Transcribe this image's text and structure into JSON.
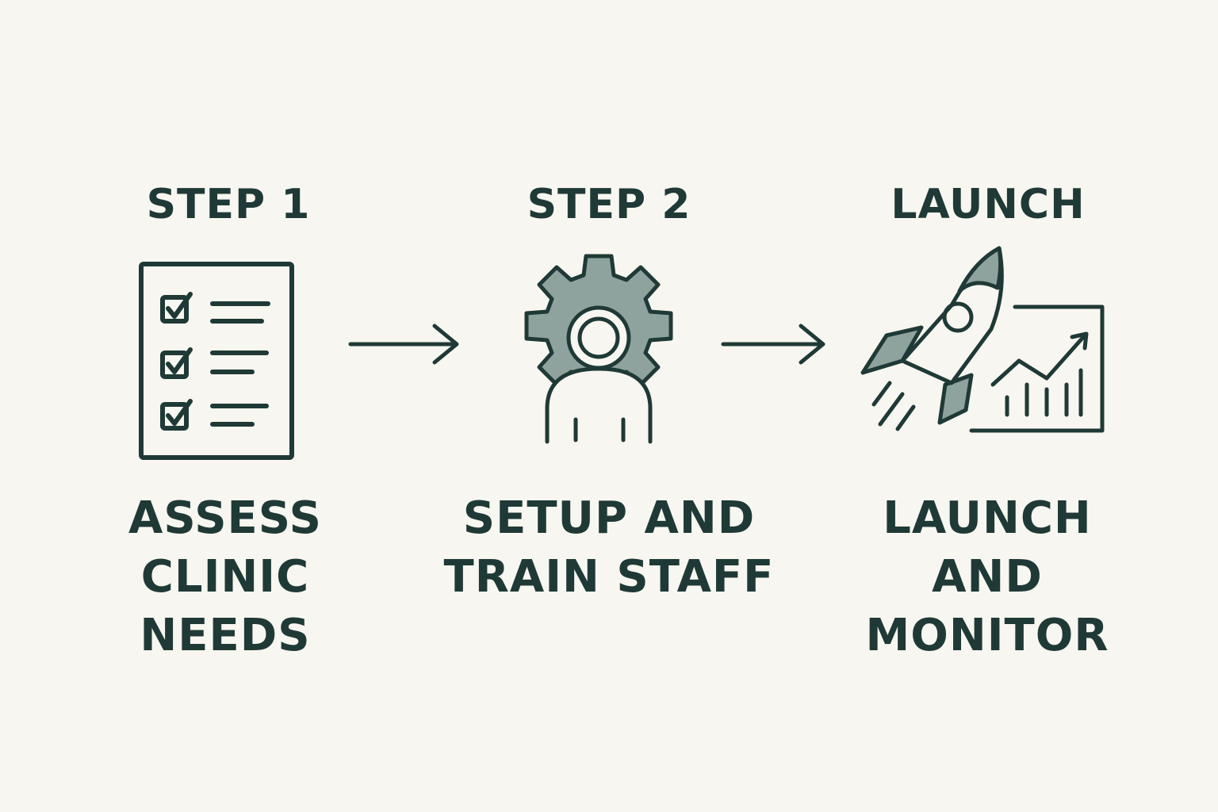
{
  "colors": {
    "background": "#f8f6f0",
    "ink": "#1f3a36",
    "fill": "#8fa39e"
  },
  "steps": [
    {
      "title": "STEP 1",
      "caption_lines": [
        "ASSESS",
        "CLINIC",
        "NEEDS"
      ],
      "icon": "checklist-icon"
    },
    {
      "title": "STEP 2",
      "caption_lines": [
        "SETUP AND",
        "TRAIN STAFF"
      ],
      "icon": "gear-person-icon"
    },
    {
      "title": "LAUNCH",
      "caption_lines": [
        "LAUNCH",
        "AND",
        "MONITOR"
      ],
      "icon": "rocket-chart-icon"
    }
  ]
}
